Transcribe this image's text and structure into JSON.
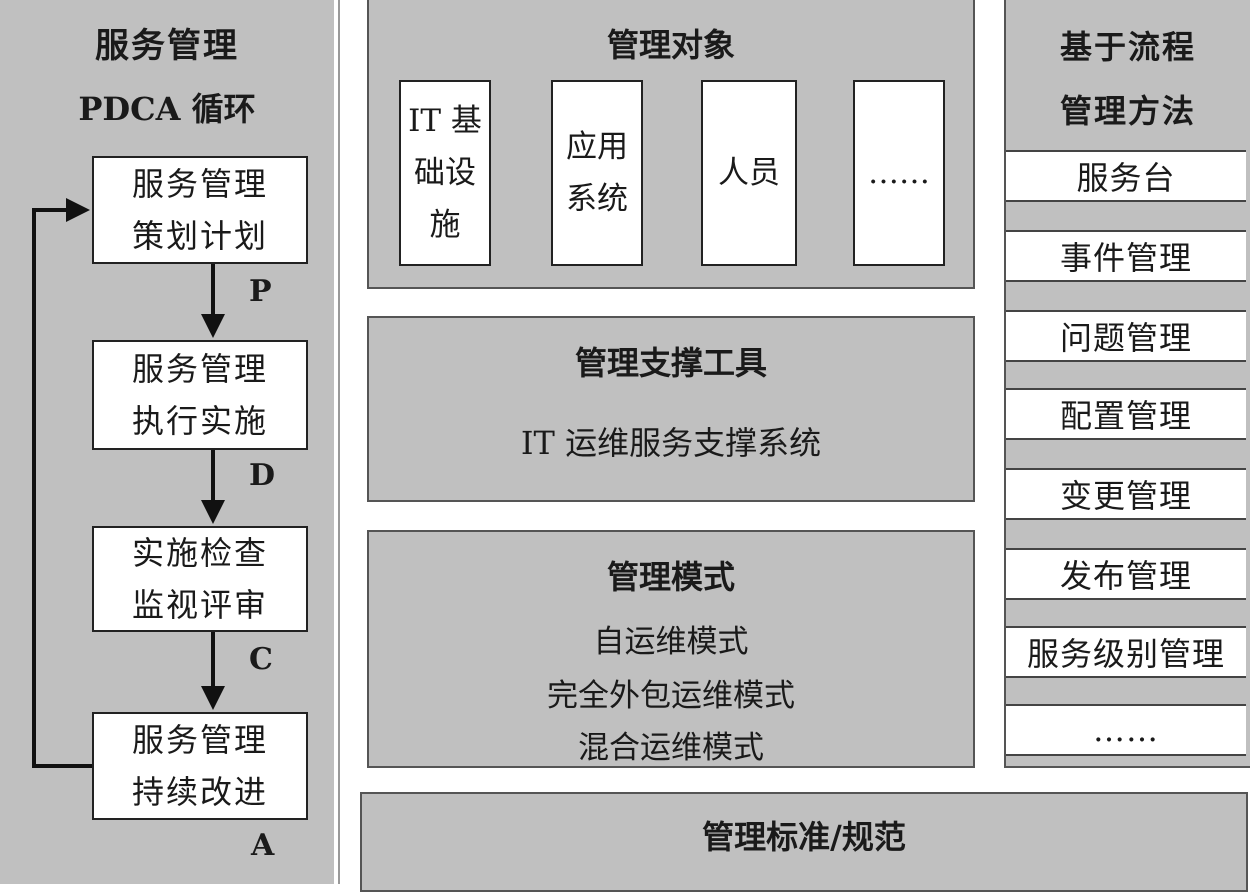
{
  "pdca": {
    "title": "服务管理",
    "subtitle": "PDCA 循环",
    "steps": [
      {
        "lines": [
          "服务管理",
          "策划计划"
        ],
        "letter": "P"
      },
      {
        "lines": [
          "服务管理",
          "执行实施"
        ],
        "letter": "D"
      },
      {
        "lines": [
          "实施检查",
          "监视评审"
        ],
        "letter": "C"
      },
      {
        "lines": [
          "服务管理",
          "持续改进"
        ],
        "letter": "A"
      }
    ]
  },
  "objects": {
    "title": "管理对象",
    "items": [
      {
        "lines": [
          "IT 基",
          "础设",
          "施"
        ]
      },
      {
        "lines": [
          "应用",
          "系统"
        ]
      },
      {
        "lines": [
          "人员"
        ]
      },
      {
        "lines": [
          "……"
        ]
      }
    ]
  },
  "tools": {
    "title": "管理支撑工具",
    "text": "IT 运维服务支撑系统"
  },
  "modes": {
    "title": "管理模式",
    "items": [
      "自运维模式",
      "完全外包运维模式",
      "混合运维模式"
    ]
  },
  "standard": {
    "title": "管理标准/规范"
  },
  "process": {
    "title_lines": [
      "基于流程",
      "管理方法"
    ],
    "items": [
      "服务台",
      "事件管理",
      "问题管理",
      "配置管理",
      "变更管理",
      "发布管理",
      "服务级别管理",
      "……"
    ]
  }
}
